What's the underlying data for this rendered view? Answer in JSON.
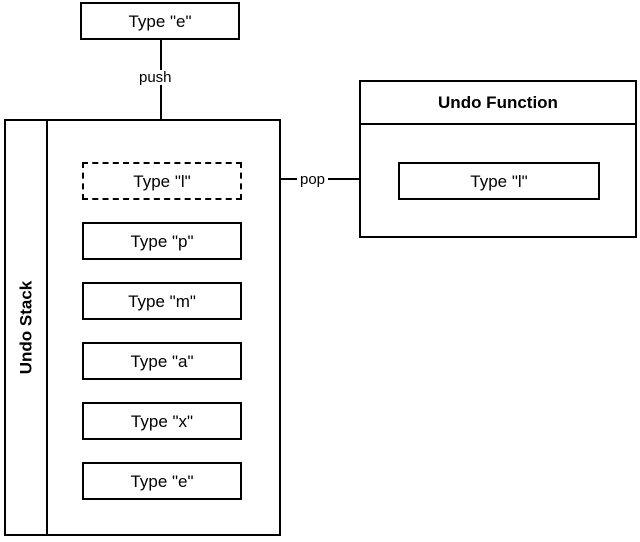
{
  "diagram": {
    "title": "Undo Stack / Undo Function",
    "colors": {
      "stroke": "#000000",
      "background": "#ffffff",
      "text": "#000000"
    },
    "input_action": {
      "label": "Type \"e\"",
      "style": "solid"
    },
    "undo_stack": {
      "label": "Undo Stack",
      "items": [
        {
          "label": "Type \"l\"",
          "style": "dashed"
        },
        {
          "label": "Type \"p\"",
          "style": "solid"
        },
        {
          "label": "Type \"m\"",
          "style": "solid"
        },
        {
          "label": "Type \"a\"",
          "style": "solid"
        },
        {
          "label": "Type \"x\"",
          "style": "solid"
        },
        {
          "label": "Type \"e\"",
          "style": "solid"
        }
      ]
    },
    "undo_function": {
      "title": "Undo Function",
      "result": {
        "label": "Type \"l\"",
        "style": "solid"
      }
    },
    "connectors": {
      "push": "push",
      "pop": "pop"
    }
  }
}
